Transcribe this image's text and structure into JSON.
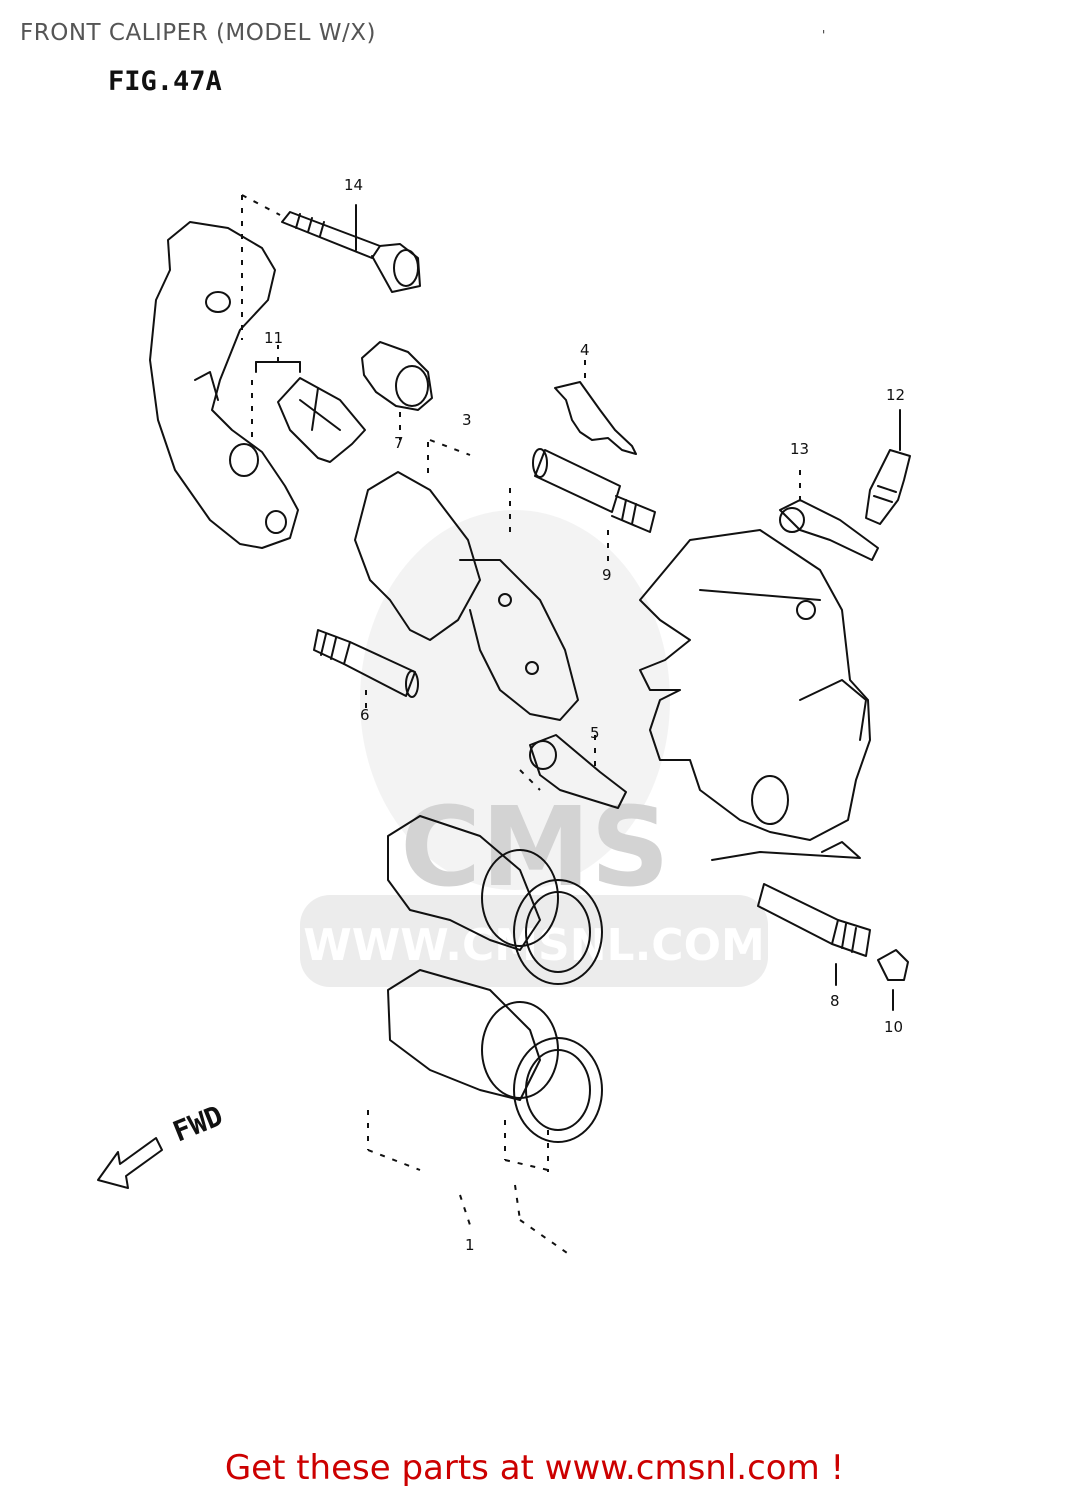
{
  "header": {
    "title": "FRONT CALIPER (MODEL W/X)",
    "figure_label": "FIG.47A",
    "stray_mark": "'"
  },
  "watermark": {
    "brand": "CMS",
    "url": "WWW.CMSNL.COM"
  },
  "diagram": {
    "direction_label": "FWD",
    "callouts": [
      {
        "id": "1",
        "label": "1"
      },
      {
        "id": "3",
        "label": "3"
      },
      {
        "id": "4",
        "label": "4"
      },
      {
        "id": "5",
        "label": "5"
      },
      {
        "id": "6",
        "label": "6"
      },
      {
        "id": "7",
        "label": "7"
      },
      {
        "id": "8",
        "label": "8"
      },
      {
        "id": "9",
        "label": "9"
      },
      {
        "id": "10",
        "label": "10"
      },
      {
        "id": "11",
        "label": "11"
      },
      {
        "id": "12",
        "label": "12"
      },
      {
        "id": "13",
        "label": "13"
      },
      {
        "id": "14",
        "label": "14"
      }
    ]
  },
  "footer": {
    "link_text": "Get these parts at www.cmsnl.com !",
    "link_color": "#cc0000"
  }
}
